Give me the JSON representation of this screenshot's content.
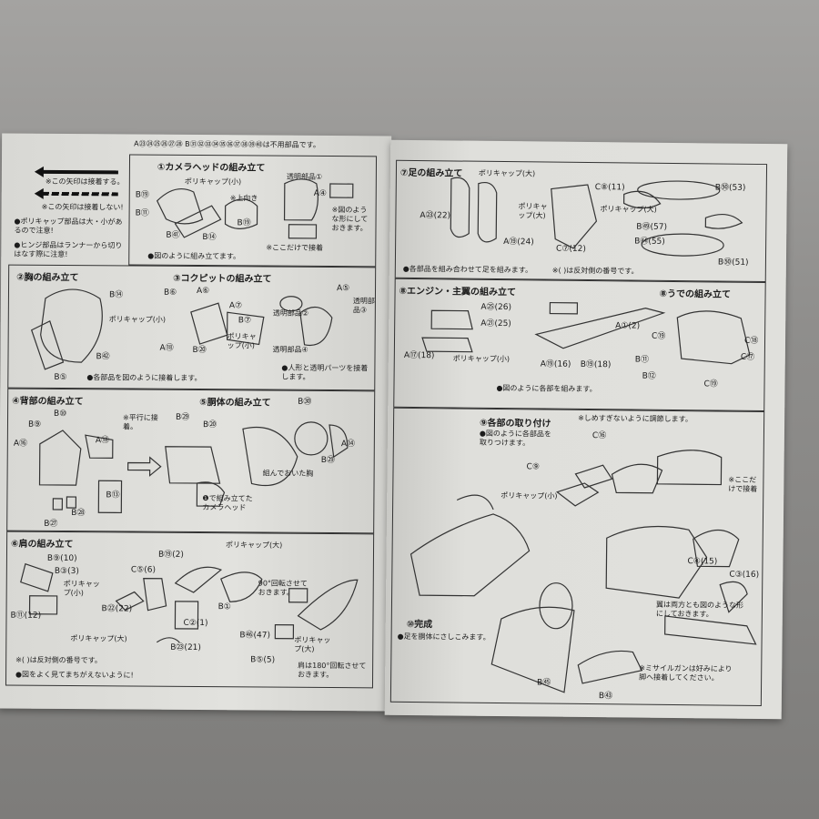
{
  "left_page": {
    "unused_parts_note": "A㉓㉔㉕㉖㉗㉘ B㉛㉜㉝㉞㉟㊱㊲㊳㊴㊵は不用部品です。",
    "legend": {
      "solid_arrow_note": "※この矢印は接着する。",
      "dashed_arrow_note": "※この矢印は接着しない!",
      "polycap_note": "●ポリキャップ部品は大・小があるので注意!",
      "hinge_note": "●ヒンジ部品はランナーから切りはなす際に注意!"
    },
    "step1": {
      "title": "①カメラヘッドの組み立て",
      "labels": [
        "B⑲",
        "B⑪",
        "B㊶",
        "ポリキャップ(小)",
        "B⑭",
        "※上向き",
        "B⑲",
        "透明部品①",
        "A④",
        "※ここだけで接着"
      ],
      "side_note": "※図のような形にしておきます。",
      "note": "●図のように組み立てます。"
    },
    "step2": {
      "title": "②胸の組み立て",
      "labels": [
        "B⑭",
        "B㊷",
        "B⑤"
      ],
      "note": "●各部品を図のように接着します。"
    },
    "step3": {
      "title": "③コクピットの組み立て",
      "labels": [
        "B⑥",
        "A⑥",
        "A⑦",
        "ポリキャップ(小)",
        "B⑦",
        "A⑱",
        "B⑳",
        "ポリキャップ(小)",
        "A⑤",
        "透明部品②",
        "透明部品③",
        "透明部品④"
      ],
      "note": "●人形と透明パーツを接着します。"
    },
    "step4": {
      "title": "④背部の組み立て",
      "labels": [
        "B⑩",
        "B⑨",
        "A⑱",
        "A⑯",
        "※平行に接着。",
        "B⑬",
        "B㉘",
        "B㉗"
      ]
    },
    "step5": {
      "title": "⑤胴体の組み立て",
      "labels": [
        "B㉙",
        "B⑳",
        "B㉚",
        "A⑭",
        "B㉙",
        "組んでおいた胸"
      ],
      "camera_note": "❶で組み立てたカメラヘッド"
    },
    "step6": {
      "title": "⑥肩の組み立て",
      "labels": [
        "B⑨(10)",
        "B③(3)",
        "ポリキャップ(小)",
        "B⑪(12)",
        "B㉒(22)",
        "C⑤(6)",
        "B⑲(2)",
        "ポリキャップ(大)",
        "C②(1)",
        "B①",
        "ポリキャップ(大)",
        "B㉓(21)",
        "B㊻(47)",
        "ポリキャップ(大)",
        "B⑤(5)"
      ],
      "rotate90_note": "90°回転させておきます。",
      "rotate180_note": "肩は180°回転させておきます。",
      "note_opposite": "※( )は反対側の番号です。",
      "note_careful": "●図をよく見てまちがえないように!"
    }
  },
  "right_page": {
    "step7": {
      "title": "⑦足の組み立て",
      "labels": [
        "ポリキャップ(大)",
        "A㉓(22)",
        "A⑲(24)",
        "ポリキャップ(大)",
        "C⑧(11)",
        "C⑦(12)",
        "B㊿(53)",
        "ポリキャップ(大)",
        "B㊾(57)",
        "B㊹(55)",
        "B㊿(51)"
      ],
      "note": "●各部品を組み合わせて足を組みます。",
      "note_opposite": "※( )は反対側の番号です。"
    },
    "step8a": {
      "title": "⑧エンジン・主翼の組み立て",
      "labels": [
        "A㉕(26)",
        "A㉑(25)",
        "A⑰(18)",
        "ポリキャップ(小)",
        "A⑲(16)",
        "B⑲(18)",
        "A①(2)"
      ],
      "note": "●図のように各部を組みます。"
    },
    "step8b": {
      "title": "⑧うでの組み立て",
      "labels": [
        "C⑲",
        "C⑱",
        "C⑰",
        "B⑪",
        "B⑫",
        "C⑲"
      ]
    },
    "step9": {
      "title": "⑨各部の取り付け",
      "tighten_note": "※しめすぎないように調節します。",
      "note": "●図のように各部品を取りつけます。",
      "labels": [
        "C⑯",
        "C⑨",
        "ポリキャップ(小)",
        "※ここだけで接着",
        "C④(15)",
        "C③(16)"
      ],
      "wing_note": "翼は両方とも図のような形にしておきます。"
    },
    "step10": {
      "title": "⑩完成",
      "note": "●足を胴体にさしこみます。",
      "labels": [
        "B㊺",
        "B㊸"
      ],
      "missile_note": "※ミサイルガンは好みにより脚へ接着してください。"
    }
  }
}
